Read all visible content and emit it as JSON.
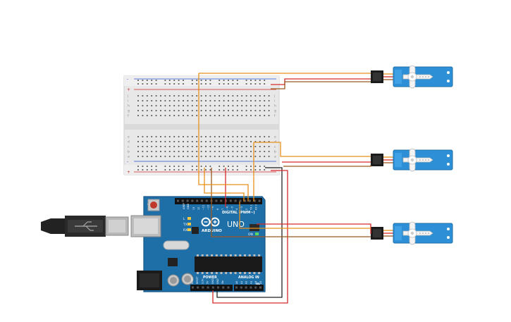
{
  "board": {
    "brand": "ARDUINO",
    "model": "UNO",
    "digital_label": "DIGITAL (PWM~)",
    "power_label": "POWER",
    "analog_label": "ANALOG IN",
    "tx_label": "TX",
    "rx_label": "RX",
    "l_label": "L",
    "on_label": "ON",
    "aref_label": "AREF",
    "gnd_label": "GND",
    "power_pins": [
      "IOREF",
      "RESET",
      "3.3V",
      "5V",
      "GND",
      "GND",
      "Vin"
    ],
    "analog_pins": [
      "A0",
      "A1",
      "A2",
      "A3",
      "A4",
      "A5"
    ],
    "digital_pins": [
      "13",
      "12",
      "~11",
      "~10",
      "~9",
      "8",
      "7",
      "~6",
      "~5",
      "4",
      "~3",
      "2",
      "TX 1",
      "RX 0"
    ]
  },
  "breadboard": {
    "row_letters_top": [
      "j",
      "i",
      "h",
      "g",
      "f"
    ],
    "row_letters_bottom": [
      "e",
      "d",
      "c",
      "b",
      "a"
    ],
    "rail_plus": "+",
    "rail_minus": "-"
  },
  "colors": {
    "board": "#1e6ea8",
    "board_edge": "#15588a",
    "breadboard": "#e8e8e8",
    "servo": "#2d8fd5",
    "wire_signal": "#e8901a",
    "wire_power": "#d42a2a",
    "wire_ground": "#9a5a22",
    "wire_black": "#222222"
  },
  "servos": [
    {
      "id": "servo-top"
    },
    {
      "id": "servo-middle"
    },
    {
      "id": "servo-bottom"
    }
  ],
  "icons": {
    "usb_cable": "usb-cable-icon",
    "usb_symbol": "usb-symbol-icon"
  }
}
